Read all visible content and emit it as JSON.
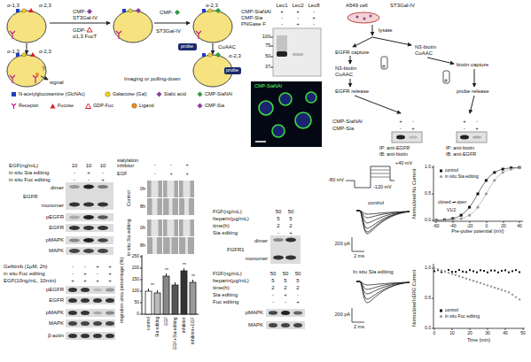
{
  "diagram": {
    "labels": [
      "α-1,3",
      "α-2,3",
      "CMP-",
      "ST3Gal-IV",
      "GDP-",
      "α1,3 FucT",
      "CMP-",
      "ST3Gal-IV",
      "α-2,3",
      "CuAAC",
      "probe",
      "α-1,3",
      "α-2,3",
      "?",
      "signal",
      "α-2,3",
      "probe",
      "Imaging or pulling-down",
      "Lec1",
      "Lec2",
      "Lec8",
      "CMP-SiaNAl",
      "+",
      "+",
      "-",
      "CMP-Sia",
      "-",
      "-",
      "+",
      "PNGase F",
      "-",
      "+",
      "-",
      "100",
      "75",
      "50",
      "37",
      "CMP-SiaNAl",
      "A549 cell",
      "ST3Gal-IV",
      "lysate",
      "EGFR capture",
      "N3-biotin",
      "CuAAC",
      "EGFR release",
      "N3-biotin",
      "CuAAC",
      "biotin capture",
      "probe release",
      "CMP-SiaNAl",
      "+",
      "-",
      "+",
      "-",
      "CMP-Sia",
      "-",
      "+",
      "-",
      "+",
      "IP: anti-EGFR",
      "IB: anti-biotin",
      "IP: anti-biotin",
      "IB: anti-EGFR",
      "EGF(ng/mL)",
      "10",
      "10",
      "10",
      "in situ Sia editing",
      "-",
      "+",
      "-",
      "in situ Fuc editing",
      "-",
      "-",
      "+",
      "dimer",
      "EGFR",
      "monomer",
      "pEGFR",
      "EGFR",
      "pMAPK",
      "MAPK",
      "Gefitinib (1μM, 2h)",
      "-",
      "-",
      "+",
      "+",
      "in situ Fuc editing",
      "-",
      "+",
      "-",
      "+",
      "EGF(10ng/mL, 10min)",
      "+",
      "+",
      "+",
      "+",
      "pEGFR",
      "EGFR",
      "pMAPK",
      "MAPK",
      "β-actin",
      "sialylation inhibitor",
      "-",
      "-",
      "+",
      "EGF",
      "-",
      "+",
      "+",
      "Control",
      "0h",
      "8h",
      "in situ Sia editing",
      "0h",
      "8h",
      "migration area percentage (%)",
      "0",
      "50",
      "100",
      "150",
      "200",
      "250",
      "**",
      "**",
      "**",
      "**",
      "control",
      "Sia editing",
      "EGF",
      "EGF+Sia editing",
      "inhibitor",
      "inhibitor+EGF",
      "FGF(ng/mL)",
      "50",
      "50",
      "heparin(μg/mL)",
      "5",
      "5",
      "time(h)",
      "2",
      "2",
      "Sia editing",
      "-",
      "+",
      "dimer",
      "FGFR1",
      "monomer",
      "FGF(ng/mL)",
      "50",
      "50",
      "50",
      "heparin(μg/mL)",
      "5",
      "5",
      "5",
      "time(h)",
      "2",
      "2",
      "2",
      "Sia editing",
      "-",
      "+",
      "-",
      "Fuc editing",
      "-",
      "-",
      "+",
      "pMAPK",
      "MAPK",
      "+40 mV",
      "-80 mV",
      "-120 mV",
      "control",
      "200 pA",
      "2 ms",
      "In situ Sia editing",
      "200 pA",
      "2 ms",
      "Normalized Na Current",
      "1.0",
      "0.5",
      "0.0",
      "-60",
      "-40",
      "-20",
      "0",
      "20",
      "40",
      "Pre-pulse potential (mV)",
      "control",
      "in situ Sia editing",
      "closed ⇌ open",
      "V1/2",
      "Normalized hERG Current",
      "1.0",
      "0.5",
      "0.0",
      "0",
      "10",
      "20",
      "30",
      "40",
      "50",
      "Time (min)",
      "control",
      "in situ Fuc editing"
    ],
    "legend": [
      {
        "text": "N-acetylglucosamine (GlcNAc)"
      },
      {
        "text": "Galactose (Gal)"
      },
      {
        "text": "Sialic acid"
      },
      {
        "text": "CMP-SiaNAl"
      },
      {
        "text": "Receptor"
      },
      {
        "text": "Fucose"
      },
      {
        "text": "GDP-Fuc"
      },
      {
        "text": "Ligand"
      },
      {
        "text": "CMP-Sia"
      }
    ]
  }
}
